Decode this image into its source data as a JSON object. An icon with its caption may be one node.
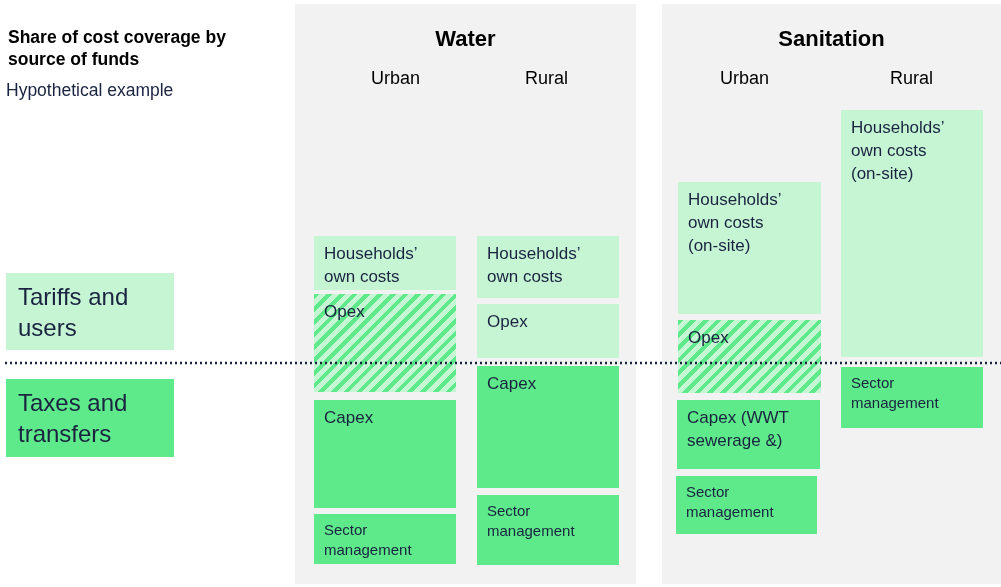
{
  "diagram": {
    "title": "Share of cost coverage by source of funds",
    "nodes": [
      {
        "text": [
          "Water"
        ]
      },
      {
        "text": [
          "Sanitation"
        ]
      },
      {
        "text": [
          "Households’ own costs"
        ],
        "in": 0
      },
      {
        "text": [
          "Opex"
        ],
        "in": 0
      },
      {
        "text": [
          "Capex"
        ],
        "in": 0
      },
      {
        "text": [
          "Sector management"
        ],
        "in": 0
      },
      {
        "text": [
          "Households’ own costs"
        ],
        "in": 0
      },
      {
        "text": [
          "Opex"
        ],
        "in": 0
      },
      {
        "text": [
          "Capex"
        ],
        "in": 0
      },
      {
        "text": [
          "Sector management"
        ],
        "in": 0
      },
      {
        "text": [
          "Households’ own costs (on-site)"
        ],
        "in": 1
      },
      {
        "text": [
          "Opex"
        ],
        "in": 1
      },
      {
        "text": [
          "Capex (WWT sewerage &)"
        ],
        "in": 1
      },
      {
        "text": [
          "Sector management"
        ],
        "in": 1
      },
      {
        "text": [
          "Households’ own costs (on-site)"
        ],
        "in": 1
      },
      {
        "text": [
          "Sector management"
        ],
        "in": 1
      }
    ],
    "labels": [
      "Hypothetical example",
      "Urban",
      "Rural",
      "Urban",
      "Rural"
    ],
    "legend": [
      {
        "text": "Tariffs and users",
        "color": "#c6f5d4"
      },
      {
        "text": "Taxes and transfers",
        "color": "#5ee98a"
      }
    ]
  }
}
